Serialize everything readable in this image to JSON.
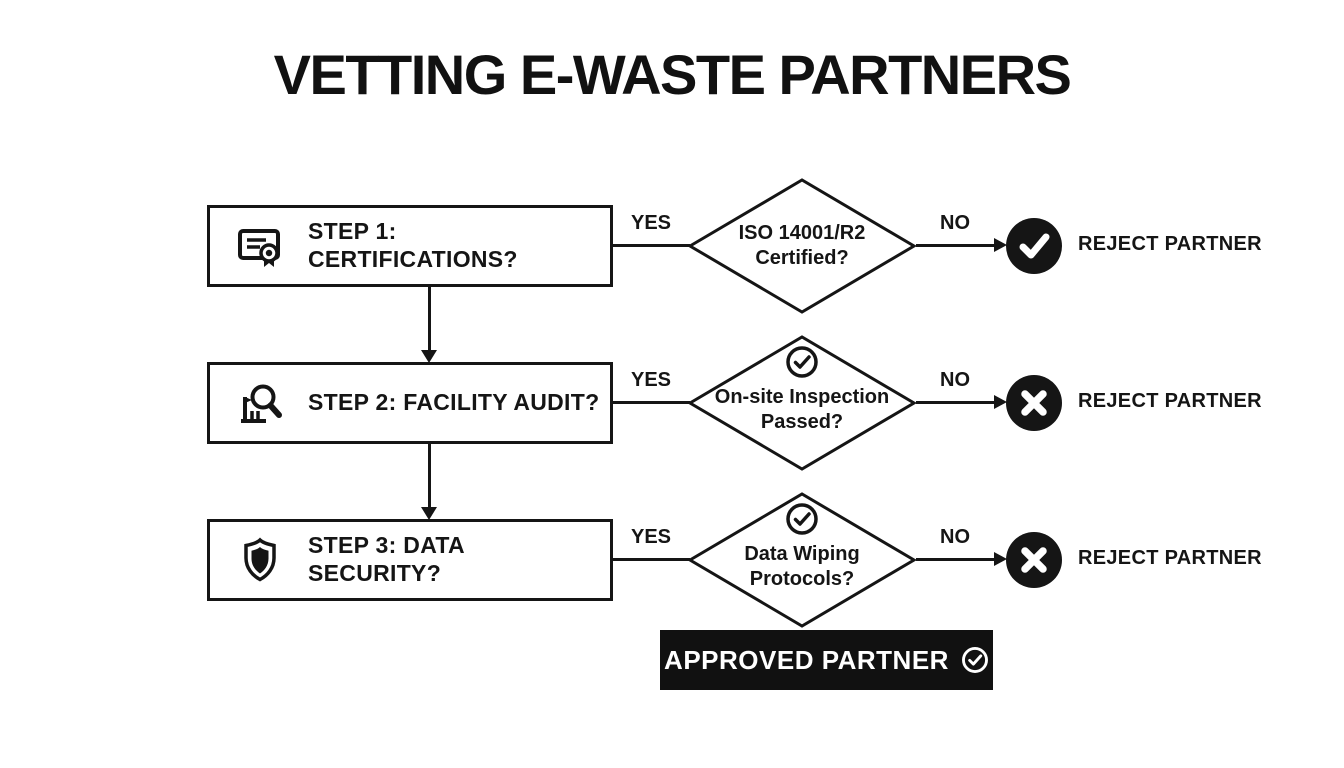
{
  "title": "VETTING E-WASTE PARTNERS",
  "colors": {
    "ink": "#151515",
    "bg": "#ffffff"
  },
  "rows": [
    {
      "step_label": "STEP 1: CERTIFICATIONS?",
      "step_icon": "certificate-icon",
      "yes_label": "YES",
      "decision_text": "ISO 14001/R2\nCertified?",
      "no_label": "NO",
      "outcome_icon": "check-icon",
      "outcome_label": "REJECT PARTNER"
    },
    {
      "step_label": "STEP 2: FACILITY AUDIT?",
      "step_icon": "facility-audit-icon",
      "yes_label": "YES",
      "decision_icon": "check-circle-icon",
      "decision_text": "On-site Inspection\nPassed?",
      "no_label": "NO",
      "outcome_icon": "x-icon",
      "outcome_label": "REJECT PARTNER"
    },
    {
      "step_label": "STEP 3: DATA\nSECURITY?",
      "step_icon": "shield-icon",
      "yes_label": "YES",
      "decision_icon": "check-circle-icon",
      "decision_text": "Data Wiping\nProtocols?",
      "no_label": "NO",
      "outcome_icon": "x-icon",
      "outcome_label": "REJECT PARTNER"
    }
  ],
  "approved": {
    "label": "APPROVED PARTNER",
    "icon": "check-circle-icon"
  }
}
